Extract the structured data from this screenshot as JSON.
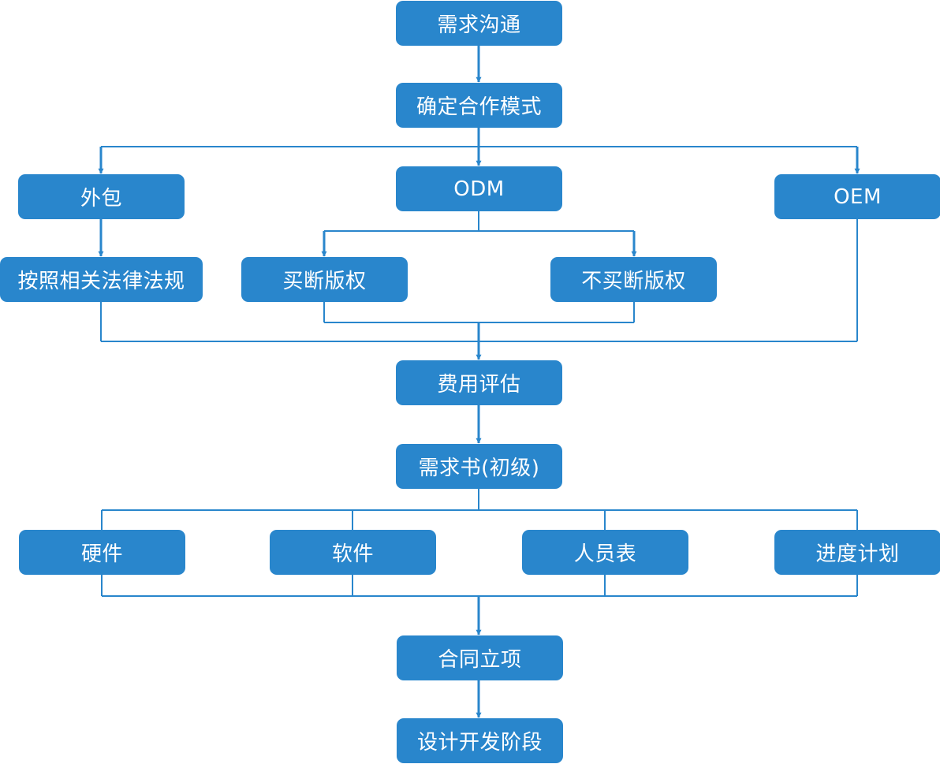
{
  "diagram": {
    "colors": {
      "node_fill": "#2986cc",
      "node_text": "#ffffff",
      "line": "#2986cc"
    },
    "nodes": {
      "start": "需求沟通",
      "mode": "确定合作模式",
      "outsource": "外包",
      "odm": "ODM",
      "oem": "OEM",
      "law": "按照相关法律法规",
      "buyout": "买断版权",
      "no_buyout": "不买断版权",
      "cost": "费用评估",
      "requirements": "需求书(初级)",
      "hardware": "硬件",
      "software": "软件",
      "staff": "人员表",
      "schedule": "进度计划",
      "contract": "合同立项",
      "design": "设计开发阶段"
    }
  }
}
